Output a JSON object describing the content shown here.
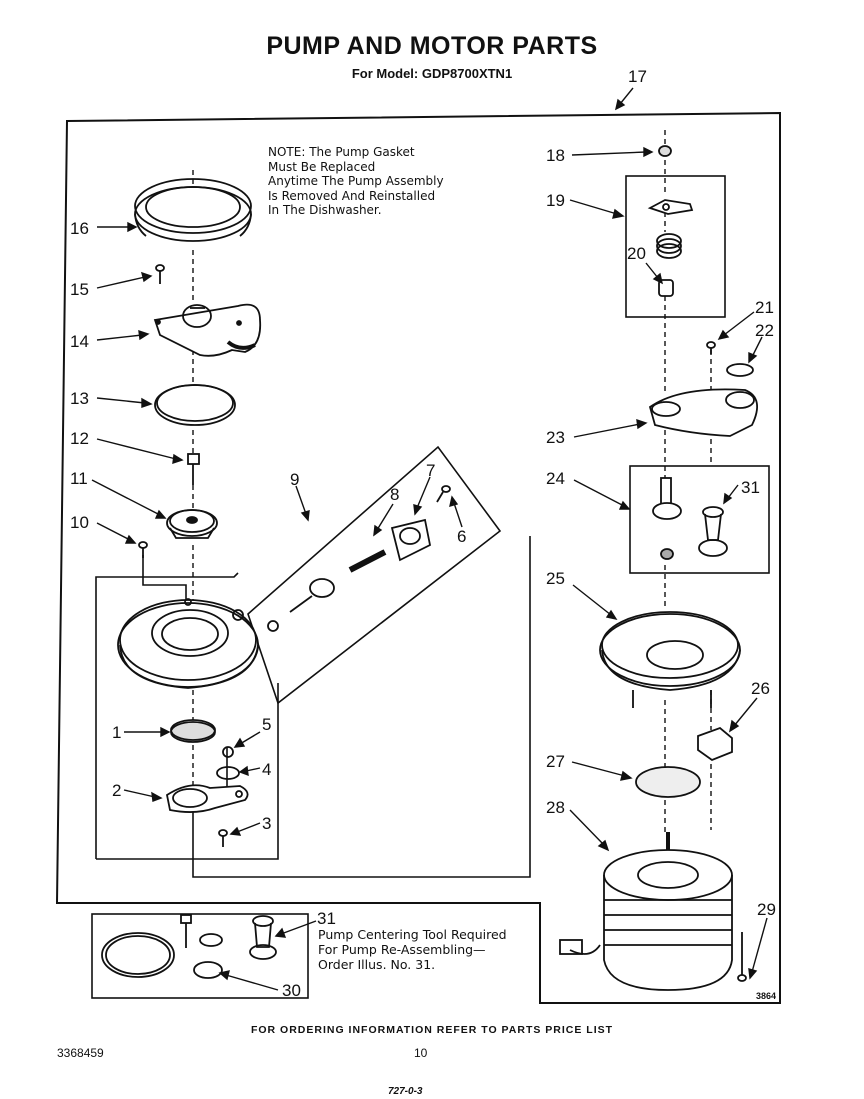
{
  "title": "PUMP AND MOTOR PARTS",
  "subtitle": "For Model: GDP8700XTN1",
  "note": {
    "lines": [
      "NOTE: The Pump Gasket",
      "Must Be Replaced",
      "Anytime The Pump Assembly",
      "Is Removed And Reinstalled",
      "In The Dishwasher."
    ]
  },
  "tool_note": {
    "lines": [
      "Pump Centering Tool Required",
      "For Pump Re-Assembling—",
      "Order Illus. No. 31."
    ]
  },
  "callouts": {
    "c1": "1",
    "c2": "2",
    "c3": "3",
    "c4": "4",
    "c5": "5",
    "c6": "6",
    "c7": "7",
    "c8": "8",
    "c9": "9",
    "c10": "10",
    "c11": "11",
    "c12": "12",
    "c13": "13",
    "c14": "14",
    "c15": "15",
    "c16": "16",
    "c17": "17",
    "c18": "18",
    "c19": "19",
    "c20": "20",
    "c21": "21",
    "c22": "22",
    "c23": "23",
    "c24": "24",
    "c25": "25",
    "c26": "26",
    "c27": "27",
    "c28": "28",
    "c29": "29",
    "c30": "30",
    "c31a": "31",
    "c31b": "31"
  },
  "figure_code": "3864",
  "footer": {
    "ordering": "FOR ORDERING INFORMATION REFER TO PARTS PRICE LIST",
    "doc_number": "3368459",
    "page_number": "10",
    "bottom_code": "727-0-3"
  }
}
